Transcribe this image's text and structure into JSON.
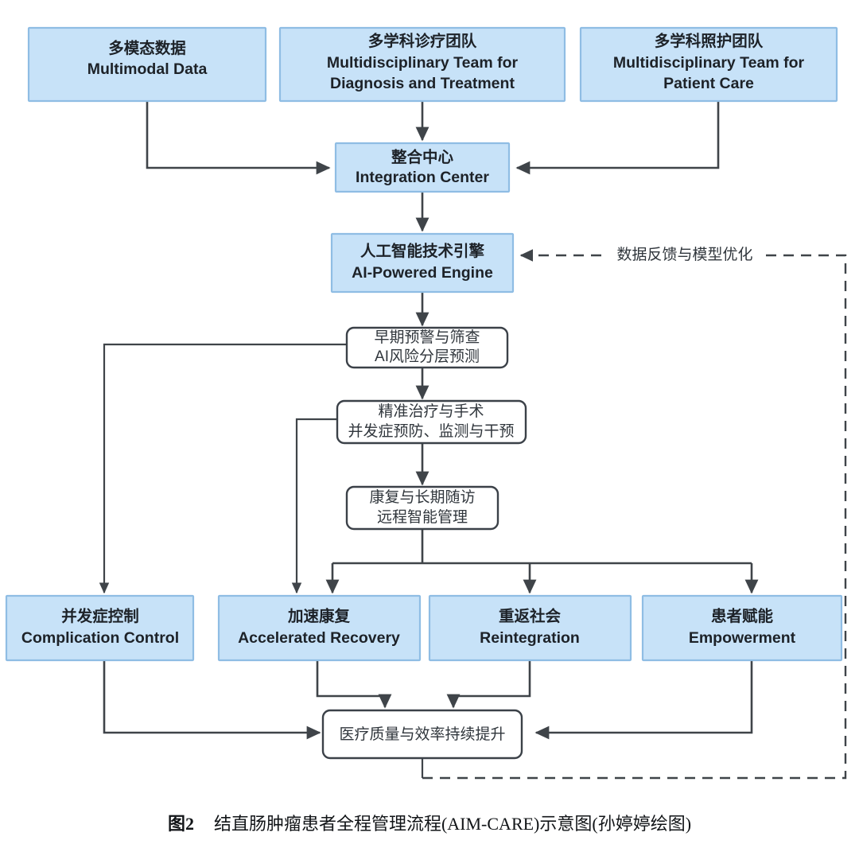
{
  "figure": {
    "caption_number": "图2",
    "caption_text": "结直肠肿瘤患者全程管理流程(AIM-CARE)示意图(孙婷婷绘图)",
    "colors": {
      "node_fill_blue": "#c7e2f8",
      "node_stroke_blue": "#8fbde4",
      "node_fill_white": "#ffffff",
      "node_stroke_dark": "#3b4148",
      "edge_color": "#3f4449",
      "text_color": "#1d2228",
      "background": "#ffffff"
    }
  },
  "nodes": {
    "inputs": [
      {
        "id": "multimodal-data",
        "cn": "多模态数据",
        "en": [
          "Multimodal Data"
        ]
      },
      {
        "id": "mdt-diagnosis",
        "cn": "多学科诊疗团队",
        "en": [
          "Multidisciplinary Team for",
          "Diagnosis and Treatment"
        ]
      },
      {
        "id": "mdt-care",
        "cn": "多学科照护团队",
        "en": [
          "Multidisciplinary Team for",
          "Patient Care"
        ]
      }
    ],
    "core": [
      {
        "id": "integration-center",
        "cn": "整合中心",
        "en": [
          "Integration Center"
        ]
      },
      {
        "id": "ai-engine",
        "cn": "人工智能技术引擎",
        "en": [
          "AI-Powered Engine"
        ]
      }
    ],
    "stages": [
      {
        "id": "early-warning",
        "lines": [
          "早期预警与筛查",
          "AI风险分层预测"
        ]
      },
      {
        "id": "precision-treatment",
        "lines": [
          "精准治疗与手术",
          "并发症预防、监测与干预"
        ]
      },
      {
        "id": "rehab-followup",
        "lines": [
          "康复与长期随访",
          "远程智能管理"
        ]
      }
    ],
    "outcomes": [
      {
        "id": "complication-control",
        "cn": "并发症控制",
        "en": [
          "Complication Control"
        ]
      },
      {
        "id": "accelerated-recovery",
        "cn": "加速康复",
        "en": [
          "Accelerated Recovery"
        ]
      },
      {
        "id": "reintegration",
        "cn": "重返社会",
        "en": [
          "Reintegration"
        ]
      },
      {
        "id": "empowerment",
        "cn": "患者赋能",
        "en": [
          "Empowerment"
        ]
      }
    ],
    "result": {
      "id": "quality-efficiency",
      "lines": [
        "医疗质量与效率持续提升"
      ]
    }
  },
  "edges": {
    "feedback_label": "数据反馈与模型优化"
  }
}
